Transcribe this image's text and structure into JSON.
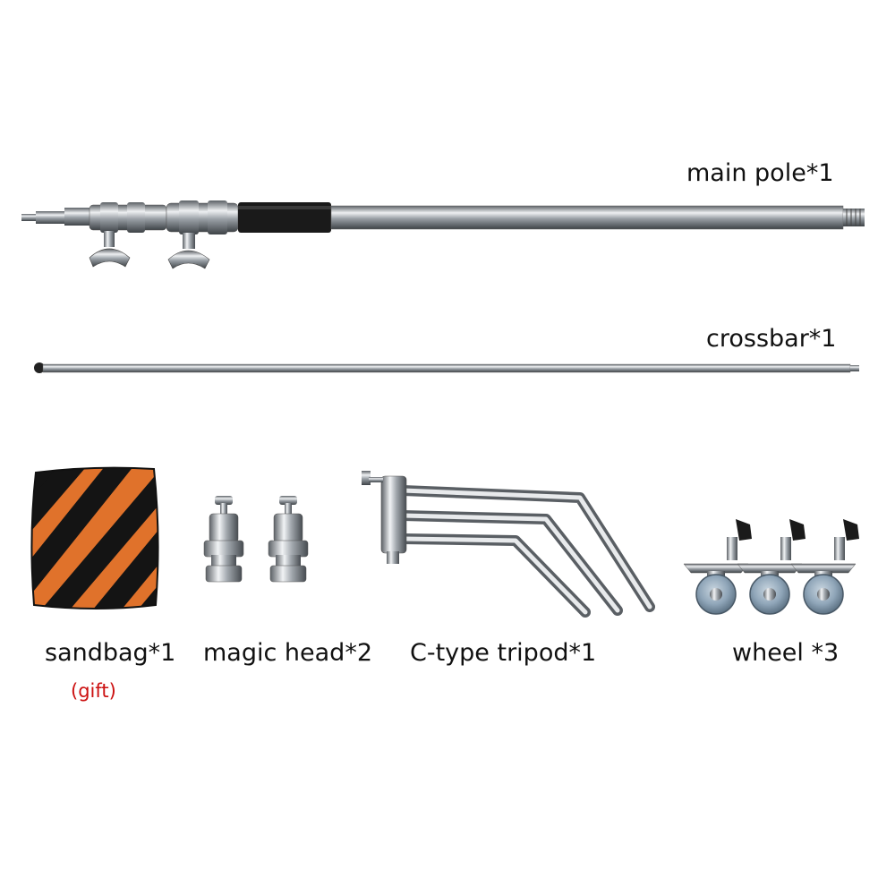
{
  "items": {
    "main_pole": {
      "label": "main pole*1",
      "icon": "main-pole-icon"
    },
    "crossbar": {
      "label": "crossbar*1",
      "icon": "crossbar-icon"
    },
    "sandbag": {
      "label": "sandbag*1",
      "note": "(gift)",
      "icon": "sandbag-icon"
    },
    "magic_head": {
      "label": "magic head*2",
      "icon": "magic-head-icon"
    },
    "tripod": {
      "label": "C-type tripod*1",
      "icon": "c-type-tripod-icon"
    },
    "wheel": {
      "label": "wheel *3",
      "icon": "wheel-icon"
    }
  },
  "colors": {
    "gift": "#cc1111",
    "sandbag_orange": "#e0722b",
    "sandbag_black": "#141414",
    "chrome": "#b9bcc0",
    "grip": "#1a1a1a",
    "wheel": "#8fa5b8"
  }
}
